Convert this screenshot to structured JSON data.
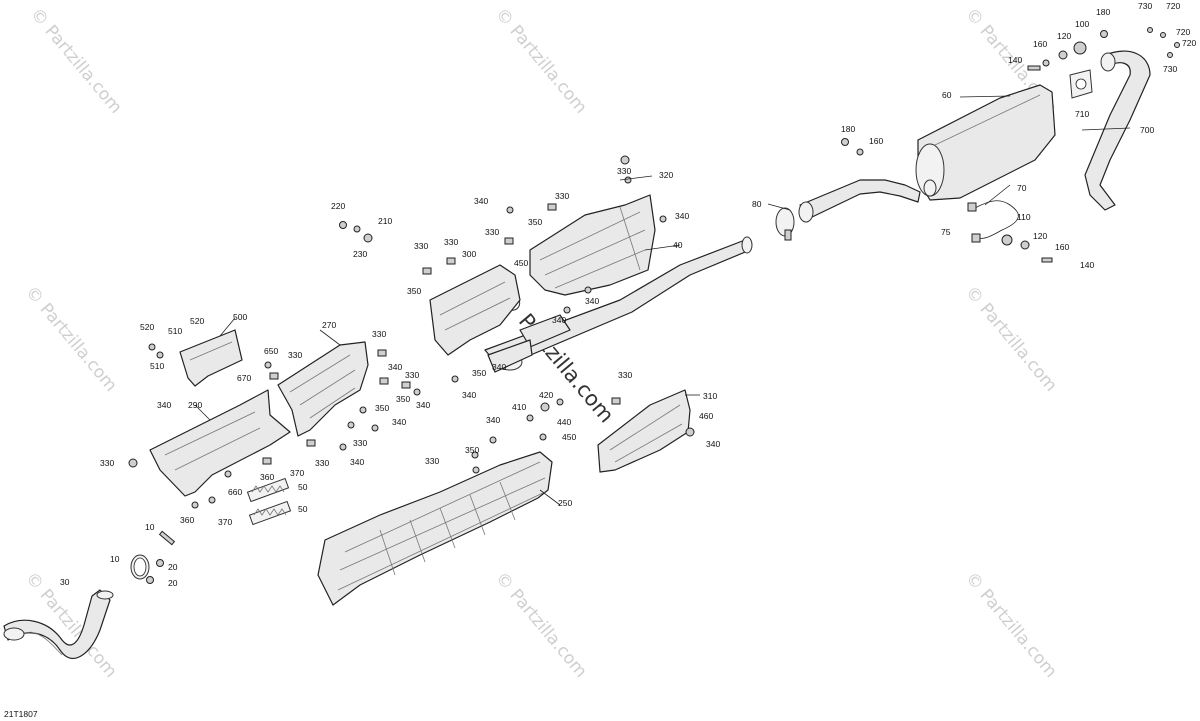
{
  "diagram_code": "21T1807",
  "watermark_text": "© Partzilla.com",
  "part_numbers": [
    "10",
    "20",
    "30",
    "40",
    "50",
    "60",
    "70",
    "75",
    "80",
    "100",
    "110",
    "120",
    "140",
    "160",
    "180",
    "210",
    "220",
    "230",
    "250",
    "270",
    "290",
    "300",
    "310",
    "320",
    "330",
    "340",
    "350",
    "360",
    "370",
    "410",
    "420",
    "440",
    "450",
    "460",
    "500",
    "510",
    "520",
    "650",
    "660",
    "670",
    "700",
    "710",
    "720",
    "730"
  ]
}
